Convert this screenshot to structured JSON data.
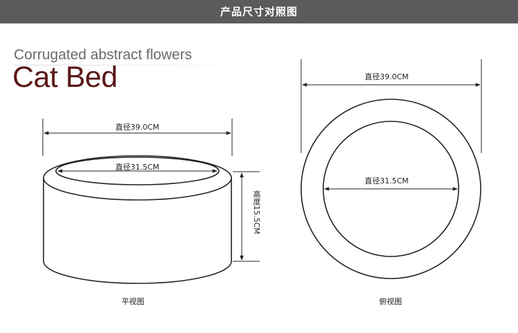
{
  "header": {
    "title": "产品尺寸对照图"
  },
  "product": {
    "subtitle": "Corrugated abstract flowers",
    "title": "Cat Bed"
  },
  "front_view": {
    "outer_diameter": "直径39.0CM",
    "inner_diameter": "直径31.5CM",
    "height": "高度15.5CM",
    "caption": "平视图"
  },
  "top_view": {
    "outer_diameter": "直径39.0CM",
    "inner_diameter": "直径31.5CM",
    "caption": "俯视图"
  },
  "colors": {
    "header_bg": "#5b5b5b",
    "title": "#5a1717",
    "subtitle": "#6a6a6a",
    "line": "#222222"
  }
}
